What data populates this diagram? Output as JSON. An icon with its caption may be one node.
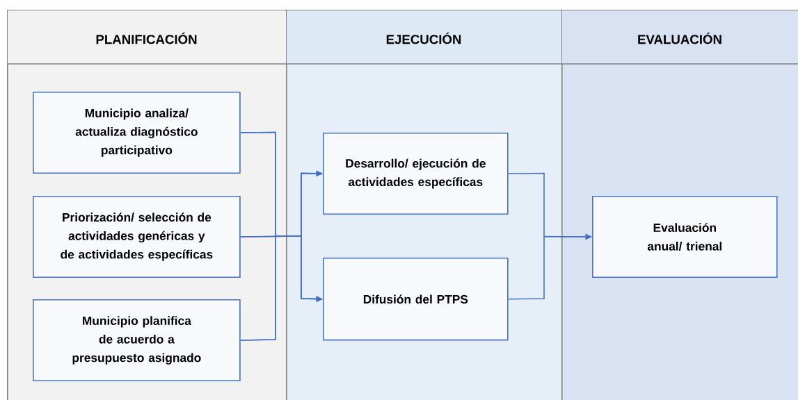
{
  "diagram": {
    "nodes": [
      {
        "text": [
          "PLANIFICACIÓN"
        ]
      },
      {
        "text": [
          "EJECUCIÓN"
        ]
      },
      {
        "text": [
          "EVALUACIÓN"
        ]
      },
      {
        "text": [
          "Municipio analiza/ actualiza diagnóstico participativo"
        ],
        "in": 0
      },
      {
        "text": [
          "Priorización/ selección de actividades genéricas y de actividades específicas"
        ],
        "in": 0
      },
      {
        "text": [
          "Municipio planifica de acuerdo a presupuesto asignado"
        ],
        "in": 0
      },
      {
        "text": [
          "Desarrollo/ ejecución de actividades específicas"
        ],
        "in": 1
      },
      {
        "text": [
          "Difusión del PTPS"
        ],
        "in": 1
      },
      {
        "text": [
          "Evaluación anual/ trienal"
        ],
        "in": 2
      }
    ],
    "edges": [
      {
        "from": 3,
        "to": 6,
        "arrow": "to"
      },
      {
        "from": 3,
        "to": 7,
        "arrow": "to"
      },
      {
        "from": 4,
        "to": 6,
        "arrow": "to"
      },
      {
        "from": 4,
        "to": 7,
        "arrow": "to"
      },
      {
        "from": 5,
        "to": 6,
        "arrow": "to"
      },
      {
        "from": 5,
        "to": 7,
        "arrow": "to"
      },
      {
        "from": 6,
        "to": 8,
        "arrow": "to"
      },
      {
        "from": 7,
        "to": 8,
        "arrow": "to"
      }
    ]
  }
}
